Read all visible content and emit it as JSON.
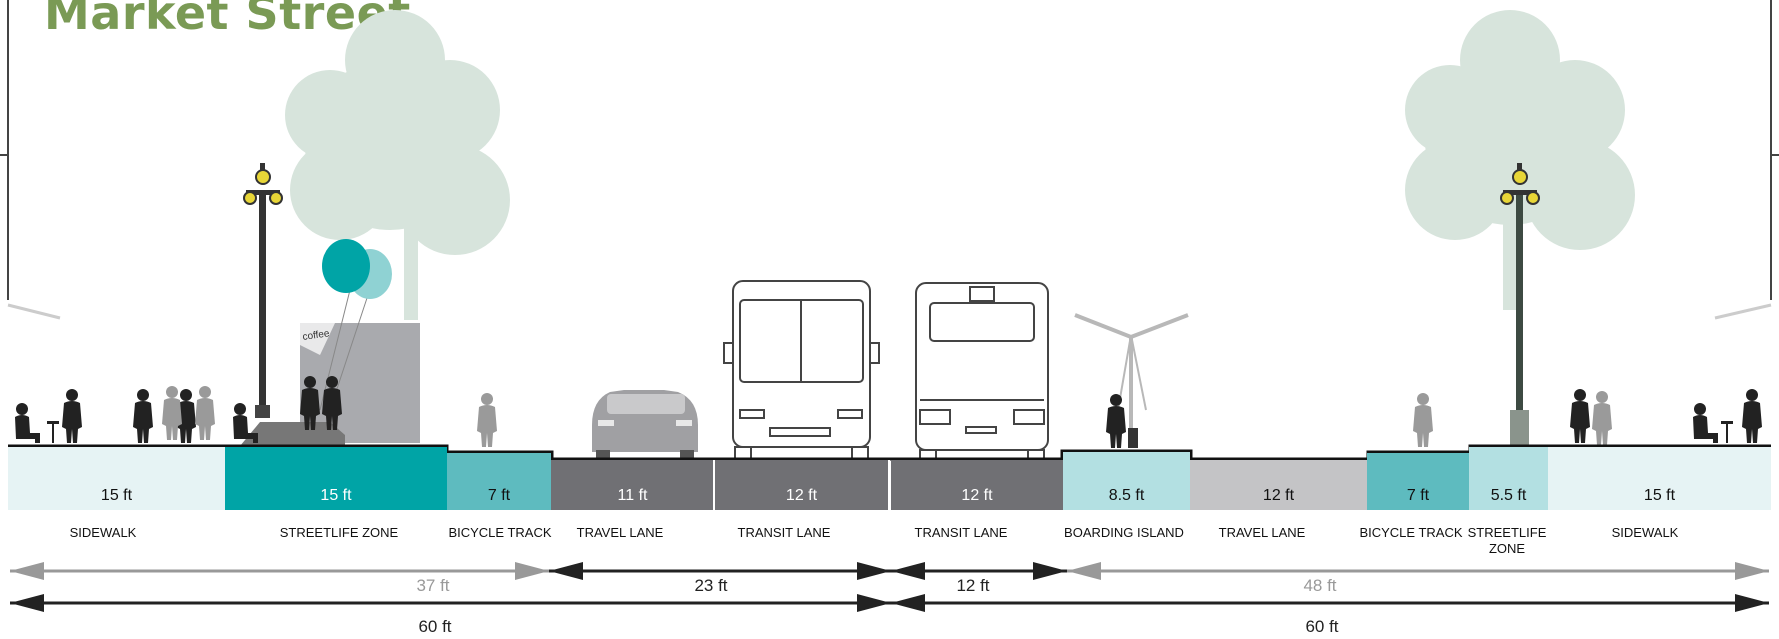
{
  "title": "Market Street",
  "colors": {
    "title": "#7a9a55",
    "sidewalk": "#e6f3f4",
    "streetlife_dark": "#00a4a6",
    "bicycle_track": "#5ebbbf",
    "travel_lane_dark": "#707074",
    "travel_lane_light": "#c4c4c6",
    "boarding_island": "#b3e0e2",
    "streetlife_light": "#b3e0e2",
    "tree": "#d7e4dc",
    "dim_gray": "#999999",
    "dim_dark": "#222222"
  },
  "segments": [
    {
      "id": "sidewalk-left",
      "width": "15 ft",
      "label": "SIDEWALK",
      "color": "#e6f3f4",
      "text_color": "#111111"
    },
    {
      "id": "streetlife-zone-left",
      "width": "15 ft",
      "label": "STREETLIFE ZONE",
      "color": "#00a4a6",
      "text_color": "#ffffff"
    },
    {
      "id": "bicycle-track-left",
      "width": "7 ft",
      "label": "BICYCLE TRACK",
      "color": "#5ebbbf",
      "text_color": "#111111"
    },
    {
      "id": "travel-lane-left",
      "width": "11 ft",
      "label": "TRAVEL LANE",
      "color": "#707074",
      "text_color": "#ffffff"
    },
    {
      "id": "transit-lane-left",
      "width": "12 ft",
      "label": "TRANSIT LANE",
      "color": "#707074",
      "text_color": "#ffffff"
    },
    {
      "id": "transit-lane-right",
      "width": "12 ft",
      "label": "TRANSIT LANE",
      "color": "#707074",
      "text_color": "#ffffff"
    },
    {
      "id": "boarding-island",
      "width": "8.5 ft",
      "label": "BOARDING ISLAND",
      "color": "#b3e0e2",
      "text_color": "#111111"
    },
    {
      "id": "travel-lane-right",
      "width": "12 ft",
      "label": "TRAVEL LANE",
      "color": "#c4c4c6",
      "text_color": "#111111"
    },
    {
      "id": "bicycle-track-right",
      "width": "7 ft",
      "label": "BICYCLE TRACK",
      "color": "#5ebbbf",
      "text_color": "#111111"
    },
    {
      "id": "streetlife-zone-right",
      "width": "5.5 ft",
      "label": "STREETLIFE ZONE",
      "color": "#b3e0e2",
      "text_color": "#111111"
    },
    {
      "id": "sidewalk-right",
      "width": "15 ft",
      "label": "SIDEWALK",
      "color": "#e6f3f4",
      "text_color": "#111111"
    }
  ],
  "dimensions": [
    {
      "id": "dim-37",
      "label": "37  ft",
      "tone": "gray"
    },
    {
      "id": "dim-23",
      "label": "23 ft",
      "tone": "dark"
    },
    {
      "id": "dim-12",
      "label": "12 ft",
      "tone": "dark"
    },
    {
      "id": "dim-48",
      "label": "48  ft",
      "tone": "gray"
    },
    {
      "id": "dim-60-left",
      "label": "60 ft",
      "tone": "dark"
    },
    {
      "id": "dim-60-right",
      "label": "60 ft",
      "tone": "dark"
    }
  ],
  "illustrations": {
    "kiosk_sign": "coffee",
    "icons": [
      "tree-icon",
      "streetlamp-icon",
      "balloon-icon",
      "kiosk-icon",
      "pedestrian-icon",
      "cyclist-icon",
      "car-icon",
      "bus-icon",
      "bus-shelter-icon",
      "cafe-table-icon"
    ]
  }
}
